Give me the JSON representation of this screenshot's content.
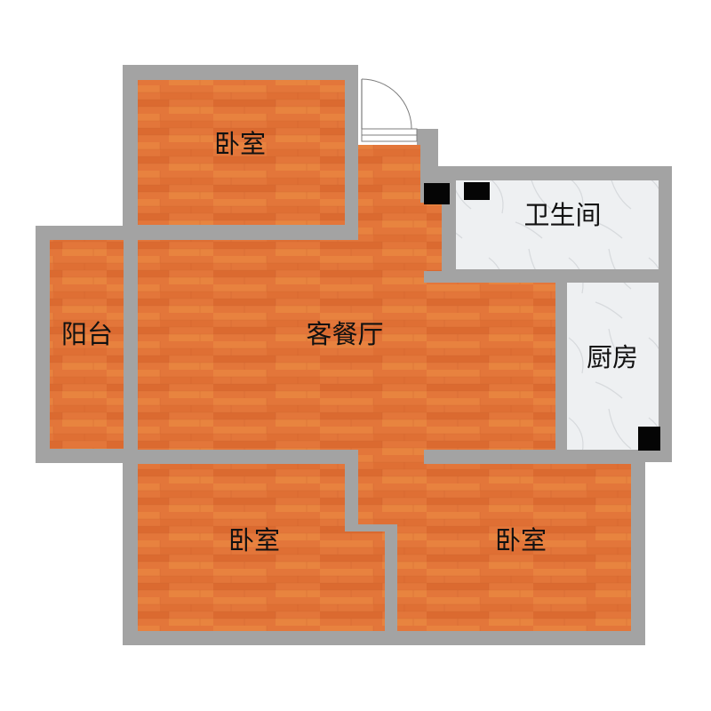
{
  "rooms": {
    "bedroom_top": "卧室",
    "bathroom": "卫生间",
    "balcony": "阳台",
    "living_dining": "客餐厅",
    "kitchen": "厨房",
    "bedroom_bottom_left": "卧室",
    "bedroom_bottom_right": "卧室"
  },
  "colors": {
    "wall": "#a3a3a3",
    "wood": "#e3763a",
    "tile": "#eef0f2",
    "fixture": "#050505",
    "door": "#7d7d7d"
  }
}
